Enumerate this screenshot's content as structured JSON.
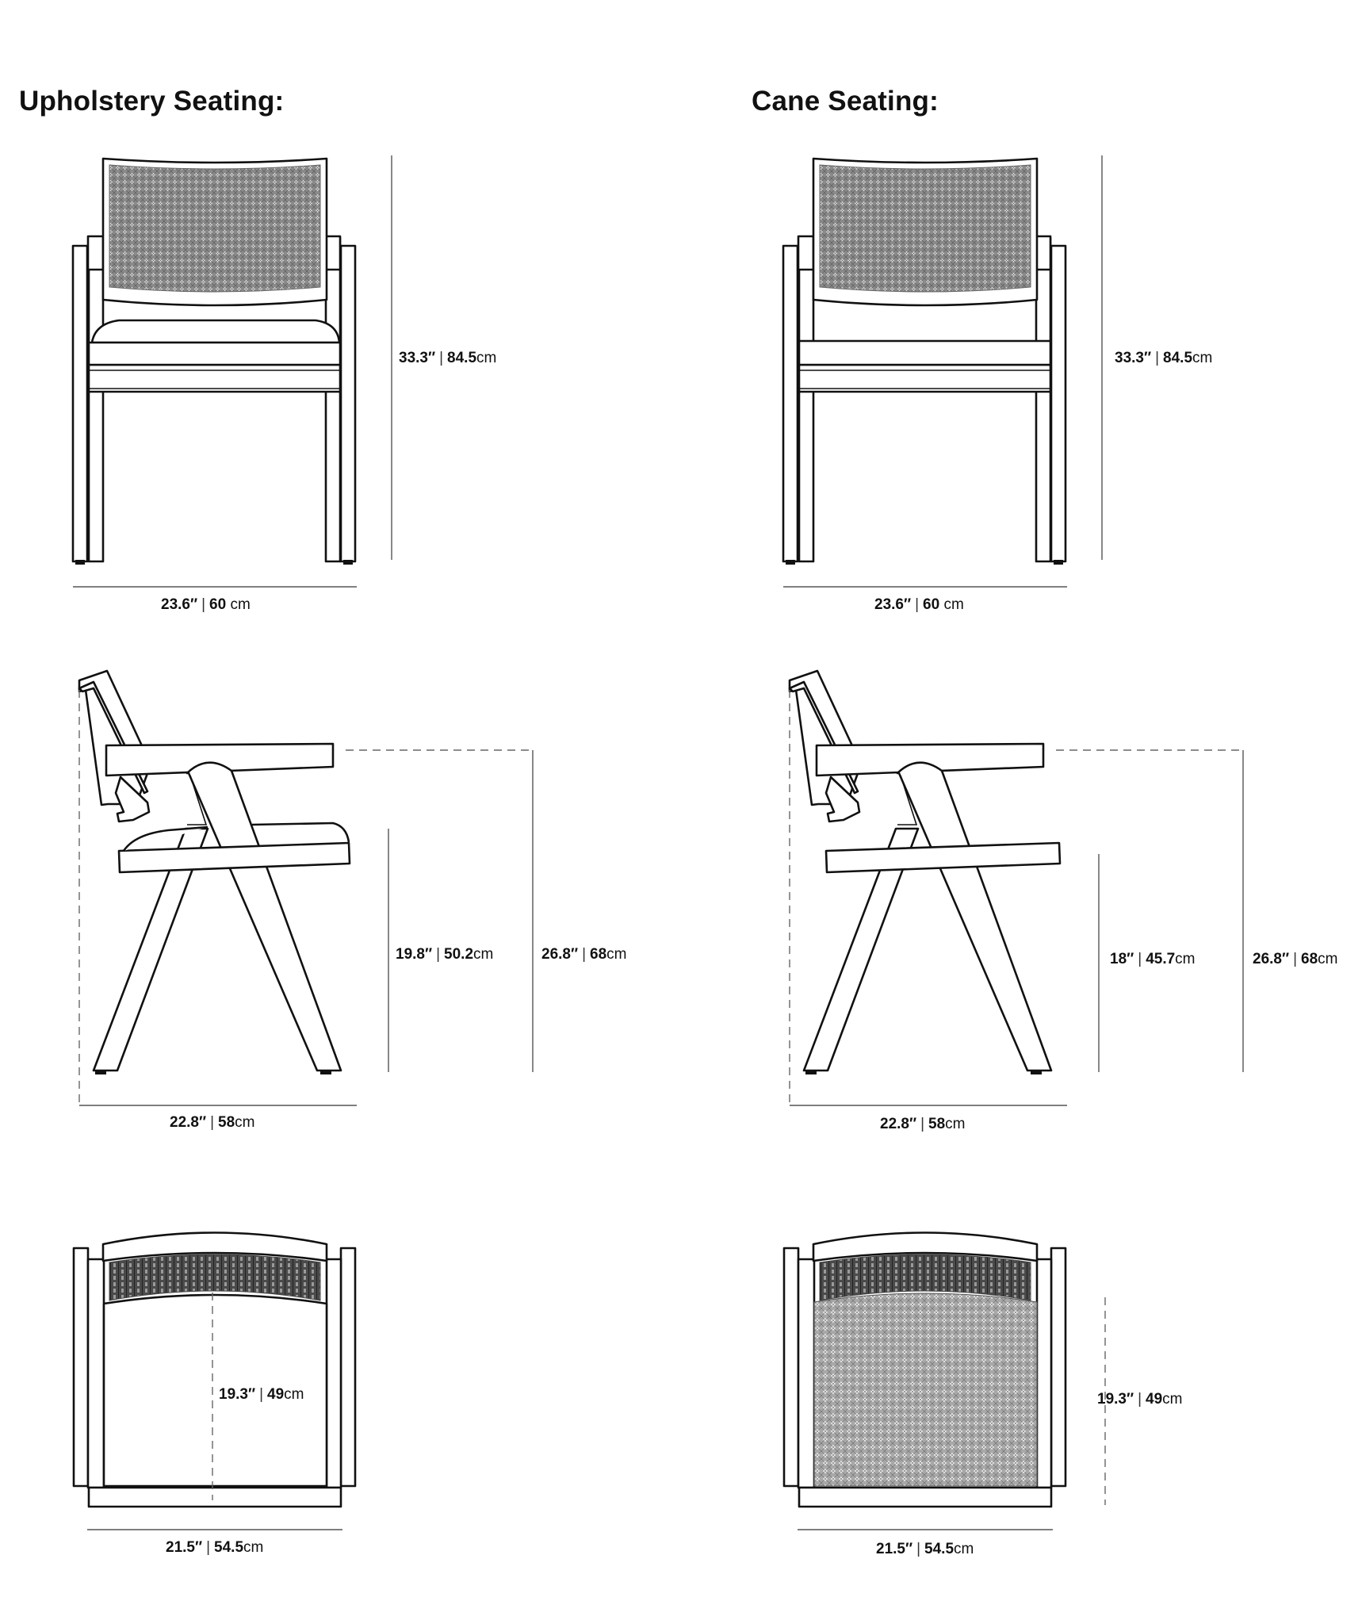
{
  "sections": [
    {
      "heading": "Upholstery Seating:",
      "front_view": {
        "height": {
          "in": "33.3″",
          "cm_value": "84.5",
          "unit": "cm"
        },
        "width": {
          "in": "23.6″",
          "cm_value": "60",
          "unit": "cm"
        }
      },
      "side_view": {
        "seat_height": {
          "in": "19.8″",
          "cm_value": "50.2",
          "unit": "cm"
        },
        "arm_height": {
          "in": "26.8″",
          "cm_value": "68",
          "unit": "cm"
        },
        "depth": {
          "in": "22.8″",
          "cm_value": "58",
          "unit": "cm"
        }
      },
      "top_view": {
        "seat_depth": {
          "in": "19.3″",
          "cm_value": "49",
          "unit": "cm"
        },
        "seat_width": {
          "in": "21.5″",
          "cm_value": "54.5",
          "unit": "cm"
        }
      }
    },
    {
      "heading": "Cane Seating:",
      "front_view": {
        "height": {
          "in": "33.3″",
          "cm_value": "84.5",
          "unit": "cm"
        },
        "width": {
          "in": "23.6″",
          "cm_value": "60",
          "unit": "cm"
        }
      },
      "side_view": {
        "seat_height": {
          "in": "18″",
          "cm_value": "45.7",
          "unit": "cm"
        },
        "arm_height": {
          "in": "26.8″",
          "cm_value": "68",
          "unit": "cm"
        },
        "depth": {
          "in": "22.8″",
          "cm_value": "58",
          "unit": "cm"
        }
      },
      "top_view": {
        "seat_depth": {
          "in": "19.3″",
          "cm_value": "49",
          "unit": "cm"
        },
        "seat_width": {
          "in": "21.5″",
          "cm_value": "54.5",
          "unit": "cm"
        }
      }
    }
  ],
  "sep": "|"
}
